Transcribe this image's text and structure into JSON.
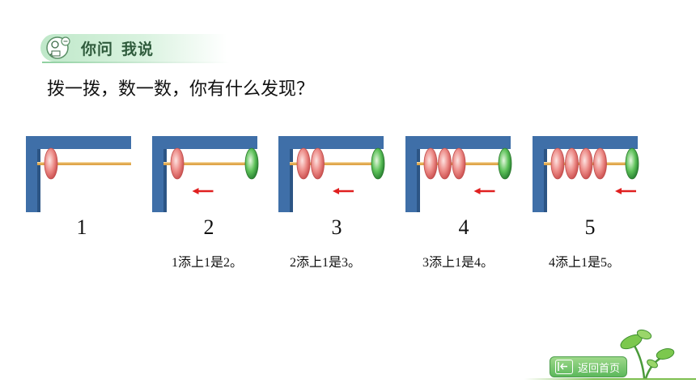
{
  "header": {
    "title_part1": "你问",
    "title_part2": "我说",
    "icon": "reading-child-icon"
  },
  "question": "拨一拨，数一数，你有什么发现？",
  "abacuses": [
    {
      "number": "1",
      "red_beads": 1,
      "green_bead": false,
      "arrow": false,
      "caption": ""
    },
    {
      "number": "2",
      "red_beads": 1,
      "green_bead": true,
      "arrow": true,
      "caption": "1添上1是2。"
    },
    {
      "number": "3",
      "red_beads": 2,
      "green_bead": true,
      "arrow": true,
      "caption": "2添上1是3。"
    },
    {
      "number": "4",
      "red_beads": 3,
      "green_bead": true,
      "arrow": true,
      "caption": "3添上1是4。"
    },
    {
      "number": "5",
      "red_beads": 4,
      "green_bead": true,
      "arrow": true,
      "caption": "4添上1是5。"
    }
  ],
  "back_button": {
    "label": "返回首页",
    "icon": "back-arrow-icon"
  },
  "colors": {
    "frame": "#3f6fa8",
    "frame_dark": "#2c5585",
    "red_bead": "#e8787a",
    "green_bead": "#3fae48",
    "rod": "#e0a64a",
    "arrow": "#e02020"
  }
}
